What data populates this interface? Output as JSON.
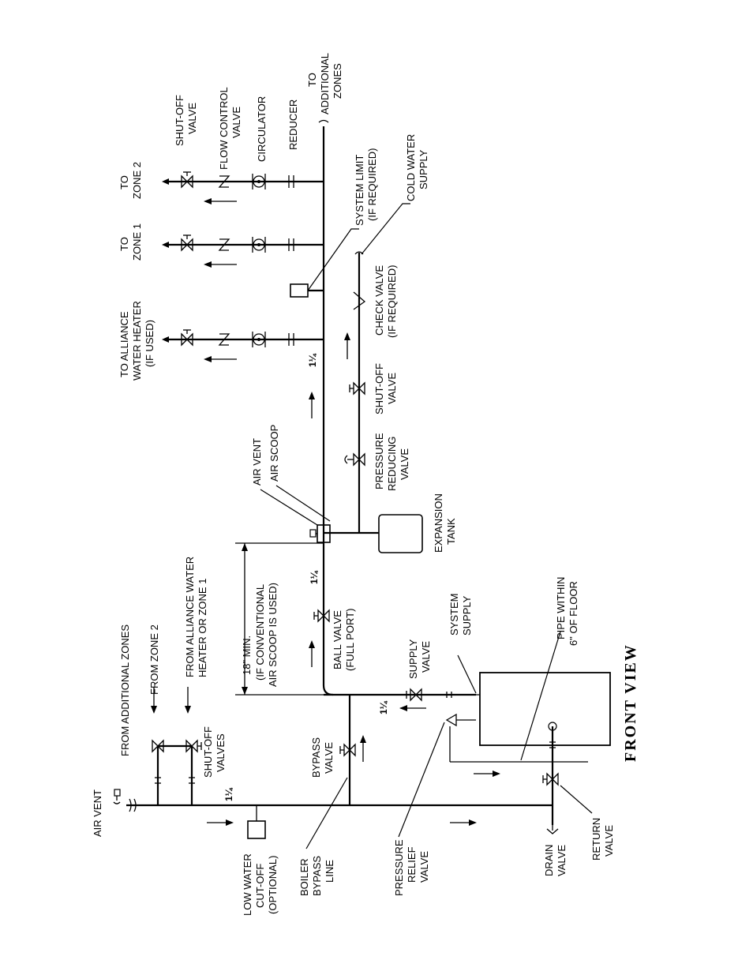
{
  "diagram": {
    "title": "FRONT VIEW",
    "labels": {
      "air_vent_top": "AIR VENT",
      "from_additional_zones": "FROM ADDITIONAL ZONES",
      "from_zone2_l1": "FROM ZONE 2",
      "from_aw_l1": "FROM ALLIANCE WATER",
      "from_aw_l2": "HEATER OR ZONE 1",
      "shutoff_valves_l1": "SHUT-OFF",
      "shutoff_valves_l2": "VALVES",
      "min18_l1": "18\" MIN.",
      "min18_l2": "(IF CONVENTIONAL",
      "min18_l3": "AIR SCOOP IS USED)",
      "air_vent": "AIR VENT",
      "air_scoop": "AIR SCOOP",
      "to_aw_l1": "TO ALLIANCE",
      "to_aw_l2": "WATER HEATER",
      "to_aw_l3": "(IF USED)",
      "to_zone1_l1": "TO",
      "to_zone1_l2": "ZONE 1",
      "to_zone2_l1": "TO",
      "to_zone2_l2": "ZONE 2",
      "shutoff_top_l1": "SHUT-OFF",
      "shutoff_top_l2": "VALVE",
      "flow_ctrl_l1": "FLOW CONTROL",
      "flow_ctrl_l2": "VALVE",
      "circulator": "CIRCULATOR",
      "reducer": "REDUCER",
      "to_addl_l1": "TO",
      "to_addl_l2": "ADDITIONAL",
      "to_addl_l3": "ZONES",
      "sys_limit_l1": "SYSTEM LIMIT",
      "sys_limit_l2": "(IF REQUIRED)",
      "cold_water_l1": "COLD WATER",
      "cold_water_l2": "SUPPLY",
      "check_valve_l1": "CHECK VALVE",
      "check_valve_l2": "(IF REQUIRED)",
      "shutoff_mid_l1": "SHUT-OFF",
      "shutoff_mid_l2": "VALVE",
      "prv_l1": "PRESSURE",
      "prv_l2": "REDUCING",
      "prv_l3": "VALVE",
      "exp_tank_l1": "EXPANSION",
      "exp_tank_l2": "TANK",
      "ball_valve_l1": "BALL VALVE",
      "ball_valve_l2": "(FULL PORT)",
      "bypass_valve_l1": "BYPASS",
      "bypass_valve_l2": "VALVE",
      "supply_valve_l1": "SUPPLY",
      "supply_valve_l2": "VALVE",
      "system_supply_l1": "SYSTEM",
      "system_supply_l2": "SUPPLY",
      "pipe_within_l1": "PIPE WITHIN",
      "pipe_within_l2": "6\" OF FLOOR",
      "lwco_l1": "LOW WATER",
      "lwco_l2": "CUT-OFF",
      "lwco_l3": "(OPTIONAL)",
      "bypass_line_l1": "BOILER",
      "bypass_line_l2": "BYPASS",
      "bypass_line_l3": "LINE",
      "relief_l1": "PRESSURE",
      "relief_l2": "RELIEF",
      "relief_l3": "VALVE",
      "drain_l1": "DRAIN",
      "drain_l2": "VALVE",
      "return_l1": "RETURN",
      "return_l2": "VALVE",
      "pipe_size": "1¼"
    }
  }
}
